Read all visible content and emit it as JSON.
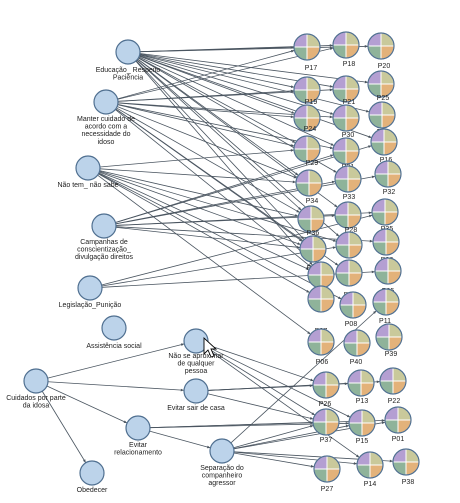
{
  "colors": {
    "node_fill": "#bcd3ea",
    "node_stroke": "#4f6f90",
    "edge": "#4a5560",
    "pie_q1": "#b49fd2",
    "pie_q2": "#c9c99b",
    "pie_q3": "#e3b27a",
    "pie_q4": "#8fb39a"
  },
  "code_nodes": [
    {
      "id": "educ",
      "label_lines": [
        "Educação_ Respeito",
        "Paciência"
      ]
    },
    {
      "id": "manter",
      "label_lines": [
        "Manter cuidado de",
        "acordo com a",
        "necessidade do",
        "idoso"
      ]
    },
    {
      "id": "naotem",
      "label_lines": [
        "Não tem_ não sabe"
      ]
    },
    {
      "id": "campanhas",
      "label_lines": [
        "Campanhas de",
        "conscientização_",
        "divulgação direitos"
      ]
    },
    {
      "id": "legislacao",
      "label_lines": [
        "Legislação_Punição"
      ]
    },
    {
      "id": "assistencia",
      "label_lines": [
        "Assistência social"
      ]
    },
    {
      "id": "naoseaprox",
      "label_lines": [
        "Não se aproximar",
        "de qualquer",
        "pessoa"
      ]
    },
    {
      "id": "cuidados",
      "label_lines": [
        "Cuidados por parte",
        "da idosa"
      ]
    },
    {
      "id": "evitarsair",
      "label_lines": [
        "Evitar sair de casa"
      ]
    },
    {
      "id": "evitarrel",
      "label_lines": [
        "Evitar",
        "relacionamento"
      ]
    },
    {
      "id": "separacao",
      "label_lines": [
        "Separação do",
        "companheiro",
        "agressor"
      ]
    },
    {
      "id": "obedecer",
      "label_lines": [
        "Obedecer"
      ]
    }
  ],
  "participants": [
    "P17",
    "P18",
    "P20",
    "P19",
    "P21",
    "P25",
    "P24",
    "P30",
    "P23",
    "P29",
    "P31",
    "P16",
    "P34",
    "P33",
    "P32",
    "P36",
    "P28",
    "P35",
    "P04",
    "P09",
    "P03",
    "P10",
    "P05",
    "P02",
    "P07",
    "P08",
    "P11",
    "P06",
    "P40",
    "P39",
    "P26",
    "P13",
    "P22",
    "P37",
    "P15",
    "P01",
    "P27",
    "P14",
    "P38"
  ]
}
